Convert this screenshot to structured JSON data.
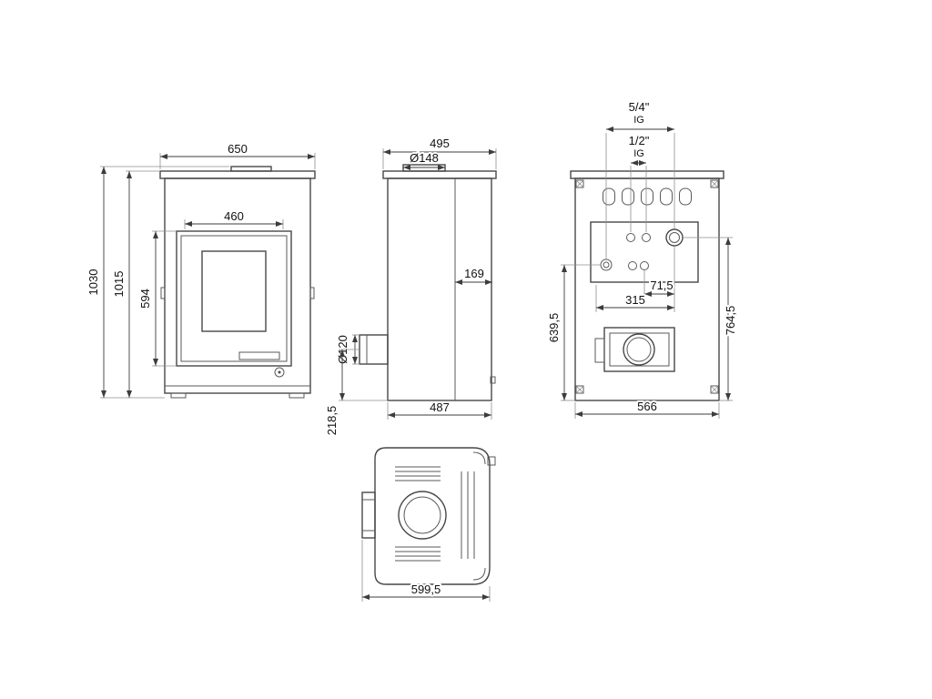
{
  "drawing": {
    "front": {
      "top_width": "650",
      "opening_width": "460",
      "total_height": "1030",
      "body_height": "1015",
      "door_height": "594"
    },
    "side": {
      "top_depth": "495",
      "collar_diameter": "Ø148",
      "rear_offset": "169",
      "flue_diameter": "Ø120",
      "flue_axis_height": "218,5",
      "body_depth": "487"
    },
    "rear": {
      "large_fitting": "5/4\"",
      "large_fitting_thread": "IG",
      "small_fitting": "1/2\"",
      "small_fitting_thread": "IG",
      "port_offset": "71,5",
      "port_span": "315",
      "left_height": "639,5",
      "right_height": "764,5",
      "body_width": "566"
    },
    "top": {
      "total_depth": "599,5"
    }
  }
}
